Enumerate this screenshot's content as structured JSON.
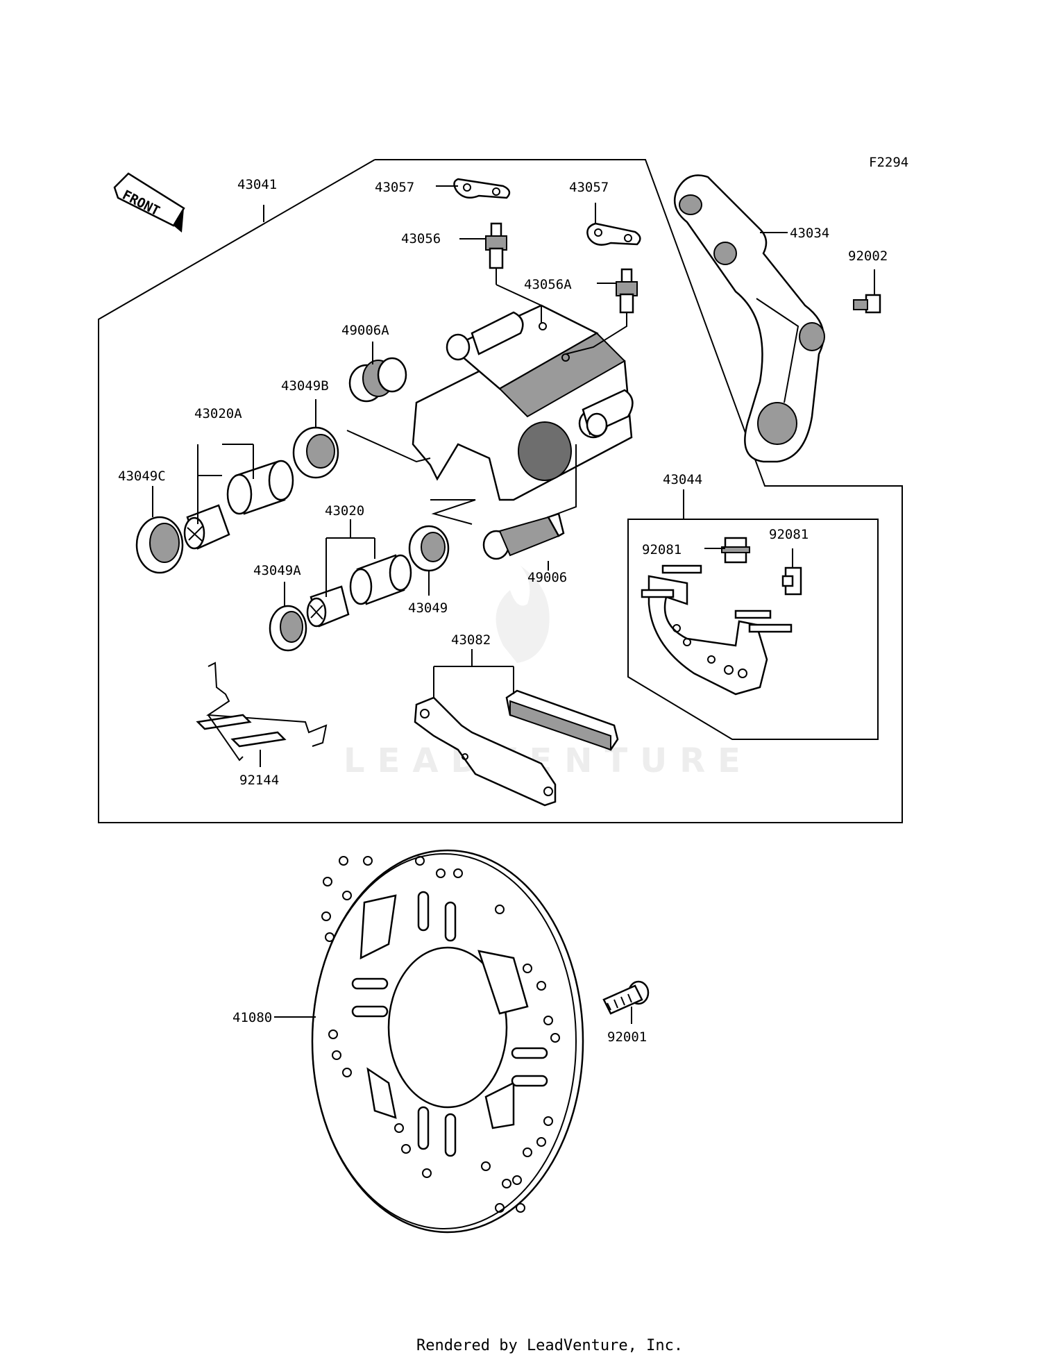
{
  "diagram_code": "F2294",
  "front_label": "FRONT",
  "watermark": "LEADVENTURE",
  "footer": "Rendered by LeadVenture, Inc.",
  "labels": {
    "p43041": "43041",
    "p43057a": "43057",
    "p43057b": "43057",
    "p43056": "43056",
    "p43056A": "43056A",
    "p43034": "43034",
    "p92002": "92002",
    "p49006A": "49006A",
    "p43049B": "43049B",
    "p43020A": "43020A",
    "p43049C": "43049C",
    "p43020": "43020",
    "p43049A": "43049A",
    "p43049": "43049",
    "p49006": "49006",
    "p43044": "43044",
    "p92081a": "92081",
    "p92081b": "92081",
    "p43082": "43082",
    "p92144": "92144",
    "p41080": "41080",
    "p92001": "92001"
  }
}
